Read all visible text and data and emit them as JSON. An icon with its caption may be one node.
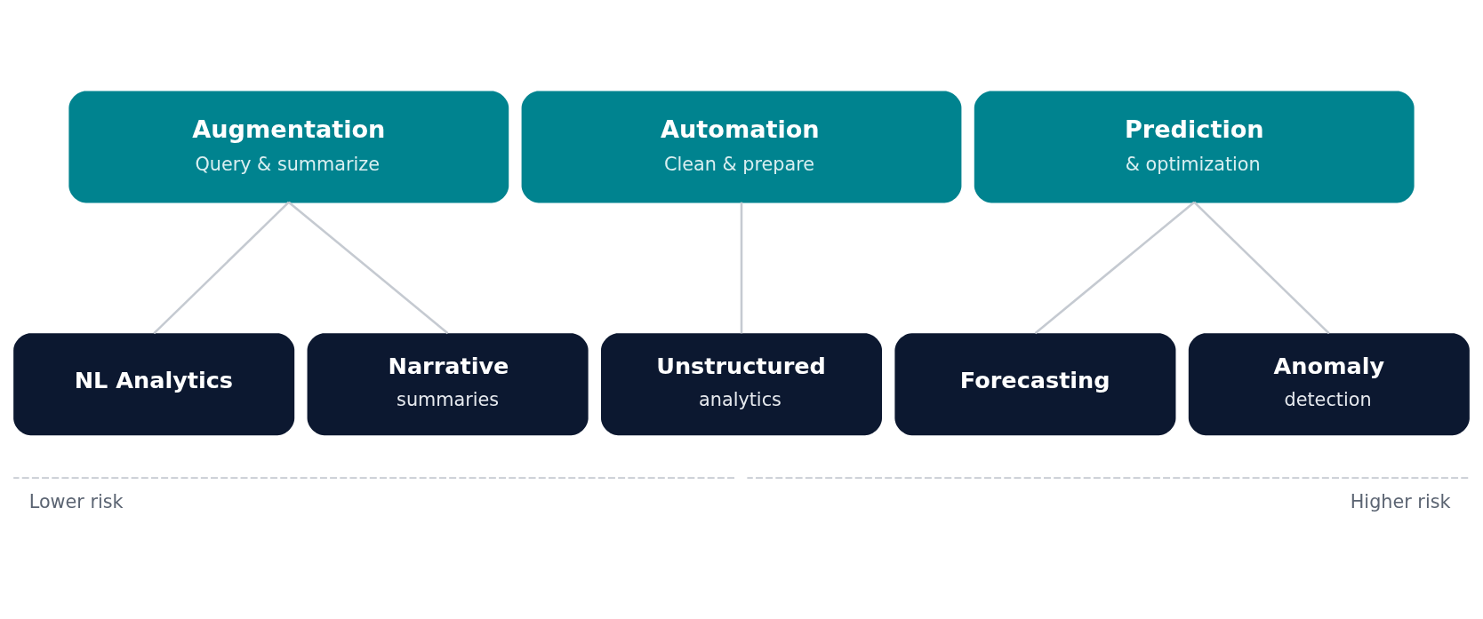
{
  "diagram": {
    "nodes": [
      {
        "text": [
          "Augmentation",
          "Query & summarize"
        ]
      },
      {
        "text": [
          "Automation",
          "Clean & prepare"
        ]
      },
      {
        "text": [
          "Prediction",
          "& optimization"
        ]
      },
      {
        "text": [
          "NL Analytics"
        ]
      },
      {
        "text": [
          "Narrative",
          "summaries"
        ]
      },
      {
        "text": [
          "Unstructured",
          "analytics"
        ]
      },
      {
        "text": [
          "Forecasting"
        ]
      },
      {
        "text": [
          "Anomaly",
          "detection"
        ]
      }
    ],
    "edges": [
      {
        "from": 0,
        "to": 3,
        "arrow": "none"
      },
      {
        "from": 0,
        "to": 4,
        "arrow": "none"
      },
      {
        "from": 1,
        "to": 5,
        "arrow": "none"
      },
      {
        "from": 2,
        "to": 6,
        "arrow": "none"
      },
      {
        "from": 2,
        "to": 7,
        "arrow": "none"
      }
    ],
    "labels": [
      "Lower risk",
      "Higher risk"
    ]
  }
}
